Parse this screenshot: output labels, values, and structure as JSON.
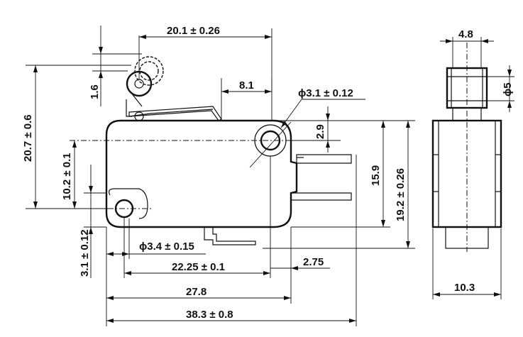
{
  "dimensions": {
    "top_width": "20.1 ± 0.26",
    "lever_offset": "8.1",
    "roller_drop": "1.6",
    "total_height": "20.7 ± 0.6",
    "mount_hole_height": "10.2 ± 0.1",
    "bottom_hole_offset": "3.1 ± 0.12",
    "hole_small": "ϕ3.1 ± 0.12",
    "hole_large": "ϕ3.4 ± 0.15",
    "top_to_hole": "2.9",
    "terminal_span": "15.9",
    "body_height": "19.2 ± 0.26",
    "hole_spacing": "22.25 ± 0.1",
    "terminal_pitch": "2.75",
    "body_length": "27.8",
    "overall_length": "38.3 ± 0.8",
    "side_top_width": "4.8",
    "side_roller_dia": "ϕ5",
    "side_width": "10.3"
  }
}
